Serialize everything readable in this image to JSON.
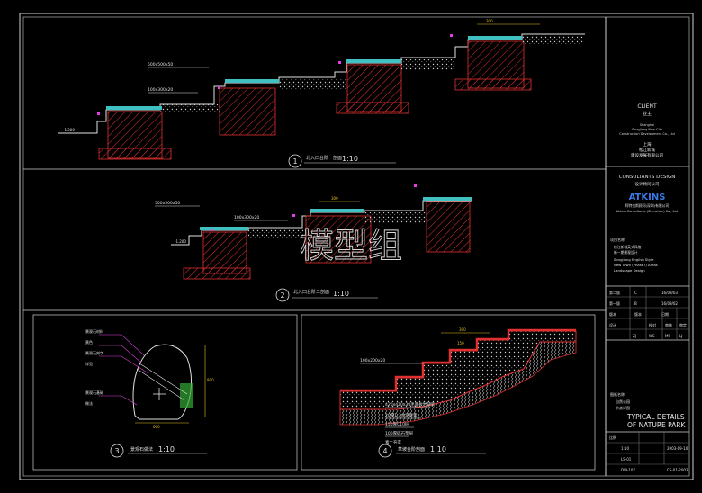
{
  "watermark": "模型组",
  "title_block": {
    "client_label": "CLIENT",
    "client_cn": "业主",
    "client_en_1": "Shanghai",
    "client_en_2": "Songjiang New City",
    "client_en_3": "Construction Development Co., Ltd",
    "client_cn_2": "上海",
    "client_cn_3": "松江新城",
    "client_cn_4": "建设发展有限公司",
    "consultants_label": "CONSULTANTS DESIGN",
    "consultants_cn": "设计顾问公司",
    "logo_text": "ATKINS",
    "atkins_cn": "阿特金斯顾问(深圳)有限公司",
    "atkins_en": "Atkins Consultants (Shenzhen) Co., Ltd",
    "project_label": "项目名称",
    "project_cn_1": "松江新城英式风格",
    "project_cn_2": "新一期景观设计",
    "project_en_1": "Songjiang English Style",
    "project_en_2": "New Town (Phase I) Areas",
    "project_en_3": "Landscape Design",
    "rev_rows": [
      {
        "a": "第二版",
        "b": "C",
        "c": "16/09/03"
      },
      {
        "a": "第一版",
        "b": "B",
        "c": "16/09/02"
      },
      {
        "a": "版本",
        "b": "版本",
        "c": "日期"
      }
    ],
    "sign_headers": [
      "设计",
      "校对",
      "审核",
      "审定"
    ],
    "sign_values": [
      "ZJ",
      "WS",
      "MS",
      "LJ"
    ],
    "drawing_label": "图纸名称",
    "drawing_cn": "自然公园",
    "drawing_cn_2": "节点详图一",
    "drawing_en_1": "TYPICAL DETAILS",
    "drawing_en_2": "OF NATURE PARK",
    "scale_label": "比例",
    "scale_val": "1:10",
    "date_val": "2003-09-10",
    "sheet": "LS-01",
    "sheet_no": "DW-107",
    "file_no": "CS-01-2003"
  },
  "sections": {
    "s1": {
      "num": "1",
      "title": "北入口台阶一剖面",
      "scale": "1:10"
    },
    "s2": {
      "num": "2",
      "title": "北入口台阶二剖面",
      "scale": "1:10"
    },
    "s3": {
      "num": "3",
      "title": "景观石做法",
      "scale": "1:10"
    },
    "s4": {
      "num": "4",
      "title": "草坡台阶剖面",
      "scale": "1:10"
    }
  },
  "labels": {
    "p1_block1": "500x500x50",
    "p1_block2": "100x300x20",
    "p1_dim": "300",
    "p1_elev": "-1.200",
    "p2_block1": "500x500x50",
    "p2_block2": "100x300x20",
    "p2_dim": "300",
    "p2_elev": "-1.200",
    "p4_block": "100x200x20",
    "p4_note1": "420x420x30毛面板岩铺装",
    "p4_note2": "20厚1:3水泥砂浆",
    "p4_note3": "150厚C10砼",
    "p4_note4": "100厚碎石垫层",
    "p4_note5": "素土夯实",
    "p4_dim1": "300",
    "p4_dim2": "150",
    "p3_dim1": "600",
    "p3_dim2": "800",
    "p3_note1": "景观石材料",
    "p3_note2": "黄色",
    "p3_note3": "景观石刻字",
    "p3_note4": "详见",
    "p3_note5": "景观石基础",
    "p3_note6": "做法"
  }
}
